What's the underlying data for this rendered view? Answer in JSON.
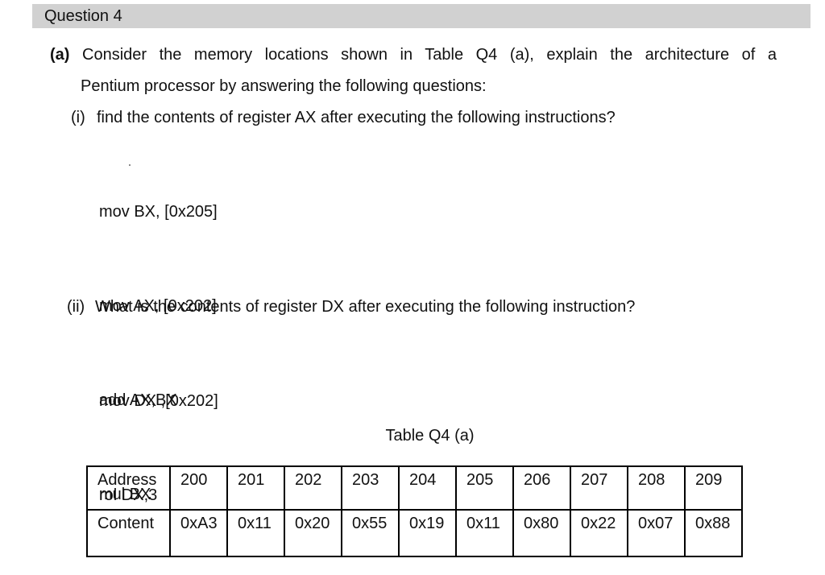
{
  "doc": {
    "colors": {
      "header_bg": "#d1d1d1"
    },
    "header": {
      "title": "Question 4"
    },
    "part_a": {
      "label": "(a)",
      "line1": "Consider the memory locations shown in Table Q4 (a), explain the architecture of a",
      "line2": "Pentium processor by answering the following questions:",
      "sub_i": {
        "label": "(i)",
        "question": "find the contents of register AX after executing the following instructions?",
        "code": [
          "mov BX, [0x205]",
          "mov AX, [0x202]",
          "add AX,BX",
          "mul BX"
        ]
      },
      "sub_ii": {
        "label": "(ii)",
        "question": "What is the contents of register DX after executing the following instruction?",
        "code": [
          "mov DX ,[0x202]",
          "rol DX,3"
        ]
      }
    },
    "table": {
      "caption": "Table Q4 (a)",
      "rows": [
        [
          "Address",
          "200",
          "201",
          "202",
          "203",
          "204",
          "205",
          "206",
          "207",
          "208",
          "209"
        ],
        [
          "Content",
          "0xA3",
          "0x11",
          "0x20",
          "0x55",
          "0x19",
          "0x11",
          "0x80",
          "0x22",
          "0x07",
          "0x88"
        ]
      ]
    }
  }
}
